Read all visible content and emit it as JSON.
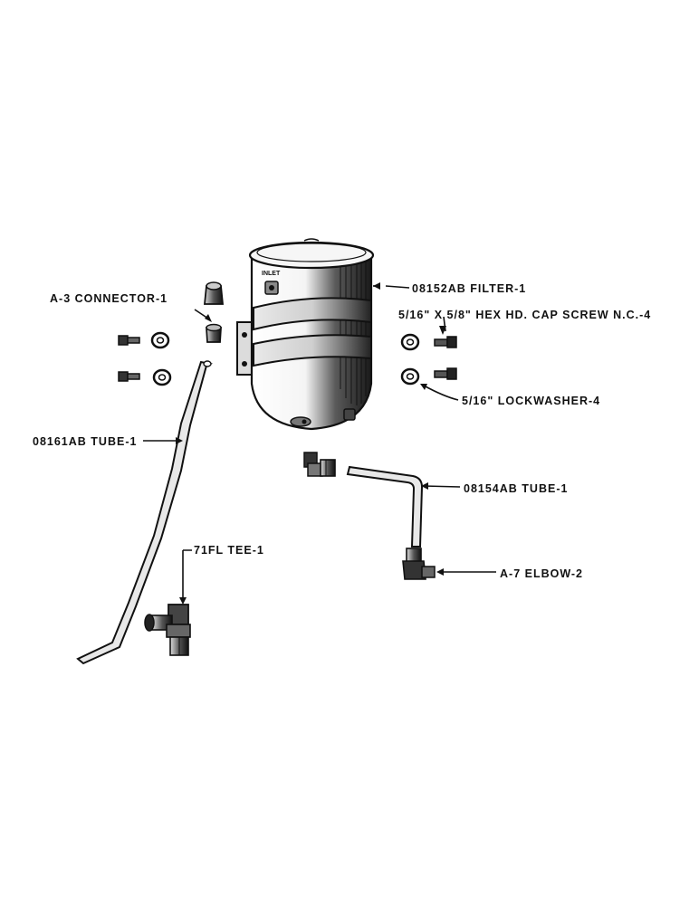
{
  "callouts": {
    "filter": "08152AB FILTER-1",
    "cap_screw": "5/16\" X 5/8\" HEX HD. CAP SCREW N.C.-4",
    "lockwasher": "5/16\" LOCKWASHER-4",
    "connector": "A-3 CONNECTOR-1",
    "tube_left": "08161AB TUBE-1",
    "tube_right": "08154AB TUBE-1",
    "tee": "71FL TEE-1",
    "elbow": "A-7 ELBOW-2",
    "inlet_mark": "INLET"
  }
}
